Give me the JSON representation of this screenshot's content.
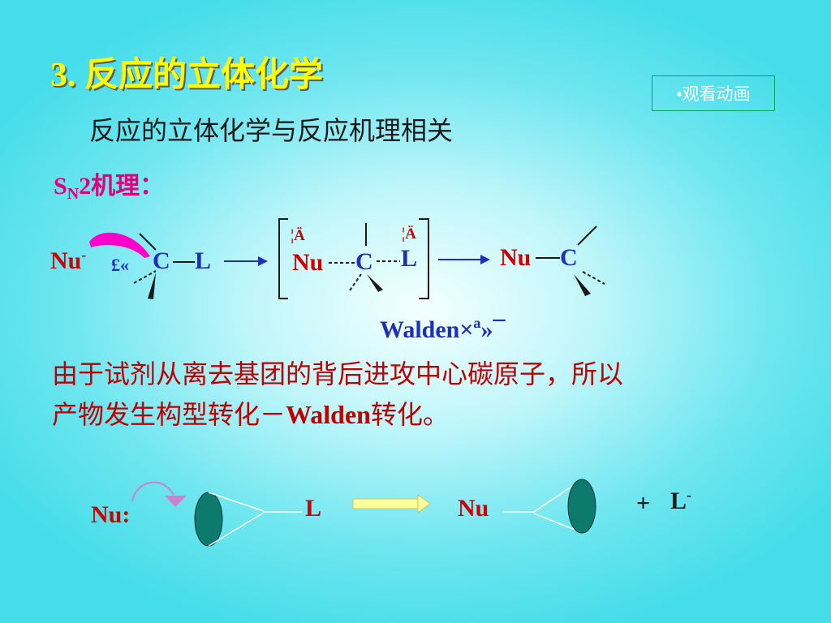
{
  "slide": {
    "title": "3. 反应的立体化学",
    "subtitle": "反应的立体化学与反应机理相关",
    "animation_button": "•观看动画"
  },
  "mechanism": {
    "label_main": "S",
    "label_sub": "N",
    "label_rest": "2机理：",
    "reactant": {
      "nu": "Nu",
      "nu_charge": "-",
      "garbled": "£«",
      "carbon": "C",
      "leaving": "L"
    },
    "transition_state": {
      "nu": "Nu",
      "carbon": "C",
      "leaving": "L",
      "partial_left": "¦Ä",
      "partial_right": "¦Ä"
    },
    "product": {
      "nu": "Nu",
      "carbon": "C"
    },
    "caption": "Walden×ª»¯"
  },
  "explanation": {
    "line1": "由于试剂从离去基团的背后进攻中心碳原子，所以",
    "line2_prefix": "产物发生构型转化－",
    "line2_bold": "Walden",
    "line2_suffix": "转化。"
  },
  "animation_scene": {
    "reagent": "Nu:",
    "leaving": "L",
    "product_nu": "Nu",
    "plus": "+",
    "byproduct": "L",
    "byproduct_charge": "-"
  },
  "colors": {
    "title": "#ffff00",
    "mechanism_label": "#e0007a",
    "formula_blue": "#1f2fb8",
    "formula_red": "#d10000",
    "paragraph": "#c00000",
    "curved_arrow": "#ff00cc"
  }
}
